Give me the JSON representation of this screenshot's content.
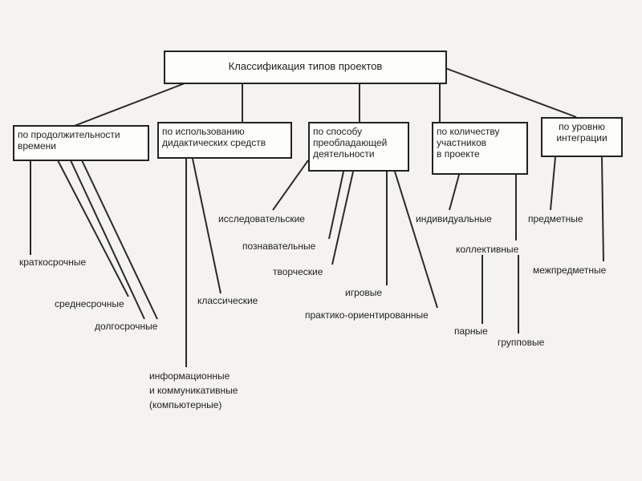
{
  "diagram": {
    "root": "Классификация типов проектов",
    "categories": [
      {
        "label_lines": [
          "по продолжительности",
          "времени"
        ],
        "leaves": [
          "краткосрочные",
          "среднесрочные",
          "долгосрочные"
        ]
      },
      {
        "label_lines": [
          "по использованию",
          "дидактических средств"
        ],
        "leaves": [
          "классические",
          "информационные",
          "и коммуникативные",
          "(компьютерные)"
        ]
      },
      {
        "label_lines": [
          "по способу",
          "преобладающей",
          "деятельности"
        ],
        "leaves": [
          "исследовательские",
          "познавательные",
          "творческие",
          "игровые",
          "практико-ориентированные"
        ]
      },
      {
        "label_lines": [
          "по количеству",
          "участников",
          "в проекте"
        ],
        "leaves": [
          "индивидуальные",
          "коллективные",
          "парные",
          "групповые"
        ]
      },
      {
        "label_lines": [
          "по уровню",
          "интеграции"
        ],
        "leaves": [
          "предметные",
          "межпредметные"
        ]
      }
    ]
  }
}
